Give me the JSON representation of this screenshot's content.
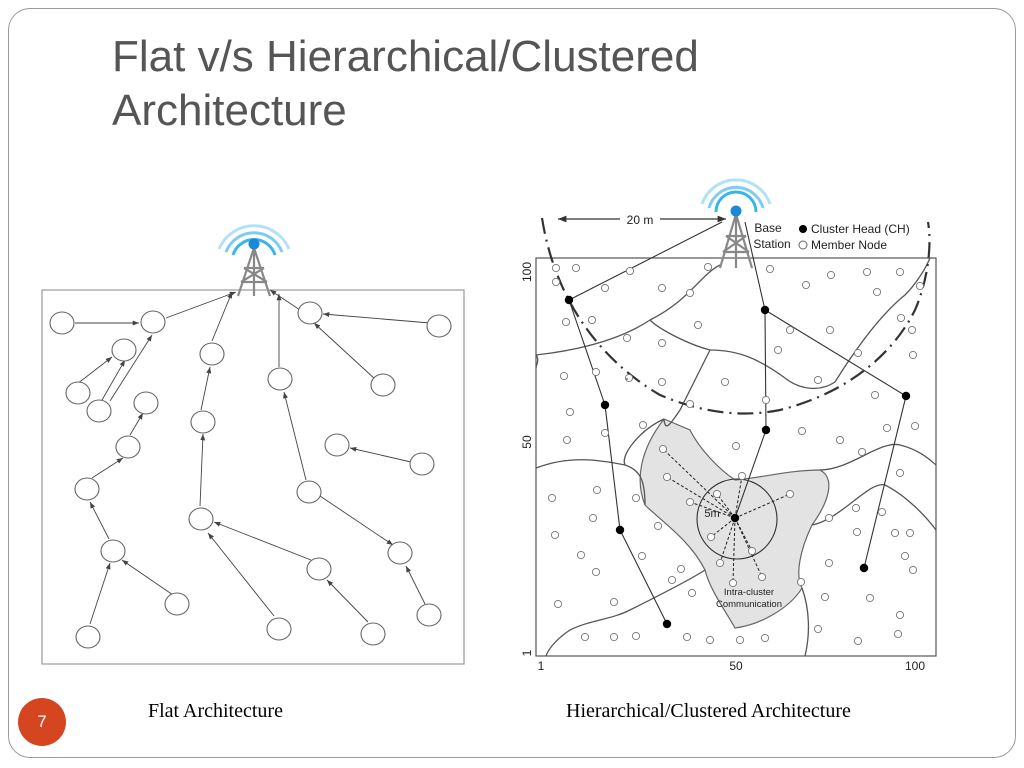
{
  "slide": {
    "title_lines": [
      "Flat v/s Hierarchical/Clustered",
      "Architecture"
    ],
    "page_number": "7"
  },
  "flat": {
    "caption": "Flat Architecture"
  },
  "hier": {
    "caption": "Hierarchical/Clustered Architecture",
    "distance_label": "20 m",
    "base_station_label": [
      "Base",
      "Station"
    ],
    "legend": {
      "cluster_head": "Cluster Head (CH)",
      "member_node": "Member Node"
    },
    "radius_label": "5m",
    "intra_cluster_label": [
      "Intra-cluster",
      "Communication"
    ],
    "x_ticks": [
      "1",
      "50",
      "100"
    ],
    "y_ticks": [
      "1",
      "50",
      "100"
    ]
  }
}
